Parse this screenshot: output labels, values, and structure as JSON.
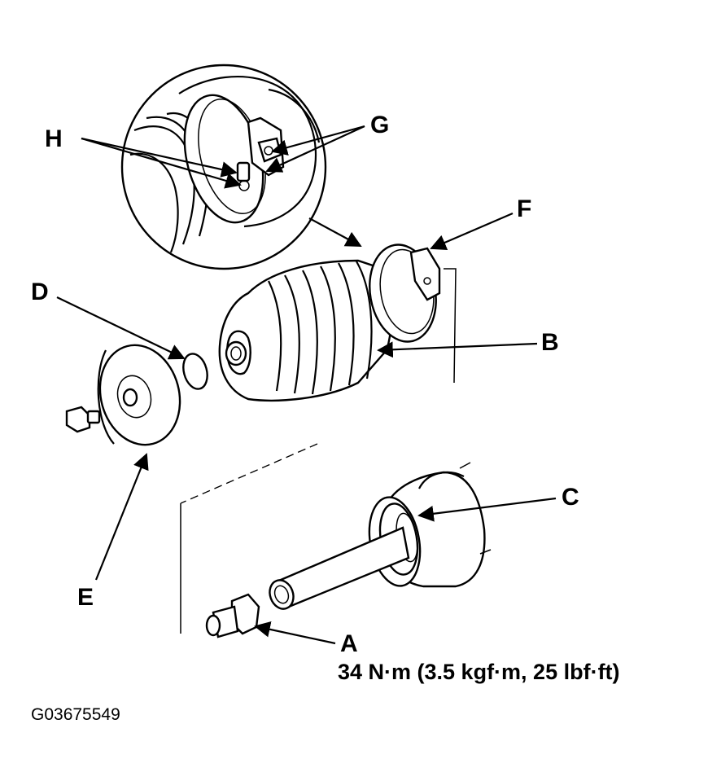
{
  "labels": {
    "A": "A",
    "B": "B",
    "C": "C",
    "D": "D",
    "E": "E",
    "F": "F",
    "G": "G",
    "H": "H"
  },
  "torque_spec": "34 N·m (3.5 kgf·m, 25 lbf·ft)",
  "figure_code": "G03675549"
}
